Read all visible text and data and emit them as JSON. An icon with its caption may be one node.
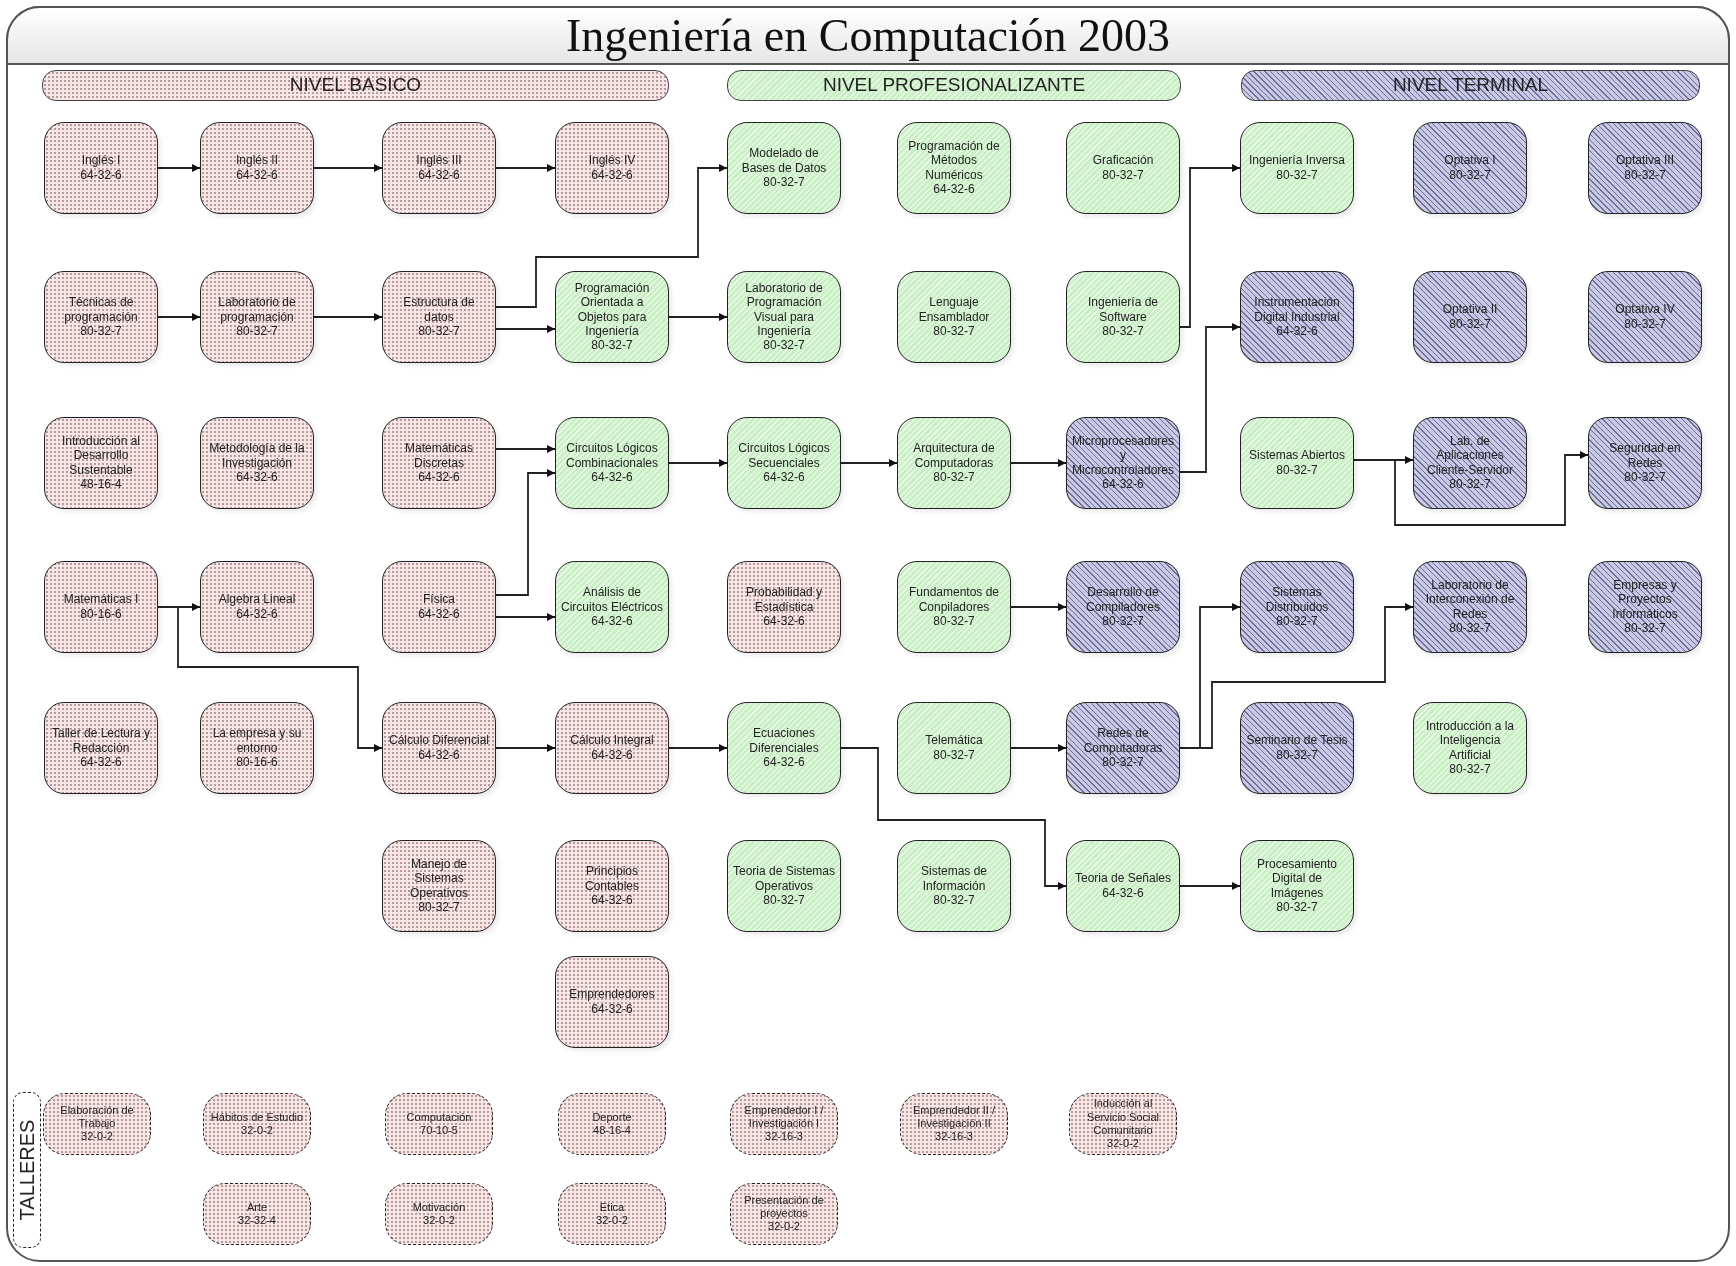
{
  "diagram": {
    "title": "Ingeniería en Computación 2003",
    "nodes": [
      {
        "text": [
          "NIVEL BASICO"
        ]
      },
      {
        "text": [
          "NIVEL PROFESIONALIZANTE"
        ]
      },
      {
        "text": [
          "NIVEL TERMINAL"
        ]
      },
      {
        "text": [
          "Inglés I",
          "64-32-6"
        ]
      },
      {
        "text": [
          "Inglés II",
          "64-32-6"
        ]
      },
      {
        "text": [
          "Inglés III",
          "64-32-6"
        ]
      },
      {
        "text": [
          "Inglés IV",
          "64-32-6"
        ]
      },
      {
        "text": [
          "Modelado de Bases de Datos",
          "80-32-7"
        ]
      },
      {
        "text": [
          "Programación de Métodos Numéricos",
          "64-32-6"
        ]
      },
      {
        "text": [
          "Graficación",
          "80-32-7"
        ]
      },
      {
        "text": [
          "Ingeniería Inversa",
          "80-32-7"
        ]
      },
      {
        "text": [
          "Optativa I",
          "80-32-7"
        ]
      },
      {
        "text": [
          "Optativa III",
          "80-32-7"
        ]
      },
      {
        "text": [
          "Técnicas de programación",
          "80-32-7"
        ]
      },
      {
        "text": [
          "Laboratorio de programación",
          "80-32-7"
        ]
      },
      {
        "text": [
          "Estructura de datos",
          "80-32-7"
        ]
      },
      {
        "text": [
          "Programación Orientada a Objetos para Ingeniería",
          "80-32-7"
        ]
      },
      {
        "text": [
          "Laboratorio de Programación Visual para Ingeniería",
          "80-32-7"
        ]
      },
      {
        "text": [
          "Lenguaje Ensamblador",
          "80-32-7"
        ]
      },
      {
        "text": [
          "Ingeniería de Software",
          "80-32-7"
        ]
      },
      {
        "text": [
          "Instrumentación Digital Industrial",
          "64-32-6"
        ]
      },
      {
        "text": [
          "Optativa II",
          "80-32-7"
        ]
      },
      {
        "text": [
          "Optativa IV",
          "80-32-7"
        ]
      },
      {
        "text": [
          "Introducción al Desarrollo Sustentable",
          "48-16-4"
        ]
      },
      {
        "text": [
          "Metodología de la Investigación",
          "64-32-6"
        ]
      },
      {
        "text": [
          "Matemáticas Discretas",
          "64-32-6"
        ]
      },
      {
        "text": [
          "Circuitos Lógicos Combinacionales",
          "64-32-6"
        ]
      },
      {
        "text": [
          "Circuitos Lógicos Secuenciales",
          "64-32-6"
        ]
      },
      {
        "text": [
          "Arquitectura de Computadoras",
          "80-32-7"
        ]
      },
      {
        "text": [
          "Microprocesadores y Microcontroladores",
          "64-32-6"
        ]
      },
      {
        "text": [
          "Sistemas Abiertos",
          "80-32-7"
        ]
      },
      {
        "text": [
          "Lab. de Aplicaciones Cliente-Servidor",
          "80-32-7"
        ]
      },
      {
        "text": [
          "Seguridad en Redes",
          "80-32-7"
        ]
      },
      {
        "text": [
          "Matemáticas I",
          "80-16-6"
        ]
      },
      {
        "text": [
          "Algebra Lineal",
          "64-32-6"
        ]
      },
      {
        "text": [
          "Física",
          "64-32-6"
        ]
      },
      {
        "text": [
          "Análisis de Circuitos Eléctricos",
          "64-32-6"
        ]
      },
      {
        "text": [
          "Probabilidad y Estadística",
          "64-32-6"
        ]
      },
      {
        "text": [
          "Fundamentos de Conpiladores",
          "80-32-7"
        ]
      },
      {
        "text": [
          "Desarrollo de Compiladores",
          "80-32-7"
        ]
      },
      {
        "text": [
          "Sistemas Distribuidos",
          "80-32-7"
        ]
      },
      {
        "text": [
          "Laboratorio de Interconexión de Redes",
          "80-32-7"
        ]
      },
      {
        "text": [
          "Empresas y Proyectos Informáticos",
          "80-32-7"
        ]
      },
      {
        "text": [
          "Taller de Lectura y Redacción",
          "64-32-6"
        ]
      },
      {
        "text": [
          "La empresa y su entorno",
          "80-16-6"
        ]
      },
      {
        "text": [
          "Cálculo Diferencial",
          "64-32-6"
        ]
      },
      {
        "text": [
          "Cálculo Integral",
          "64-32-6"
        ]
      },
      {
        "text": [
          "Ecuaciones Diferenciales",
          "64-32-6"
        ]
      },
      {
        "text": [
          "Telemática",
          "80-32-7"
        ]
      },
      {
        "text": [
          "Redes de Computadoras",
          "80-32-7"
        ]
      },
      {
        "text": [
          "Seminario de Tesis",
          "80-32-7"
        ]
      },
      {
        "text": [
          "Introducción a la Inteligencia Artificial",
          "80-32-7"
        ]
      },
      {
        "text": [
          "Manejo de Sistemas Operativos",
          "80-32-7"
        ]
      },
      {
        "text": [
          "Principios Contables",
          "64-32-6"
        ]
      },
      {
        "text": [
          "Teoria de Sistemas Operativos",
          "80-32-7"
        ]
      },
      {
        "text": [
          "Sistemas de Información",
          "80-32-7"
        ]
      },
      {
        "text": [
          "Teoria de Señales",
          "64-32-6"
        ]
      },
      {
        "text": [
          "Procesamiento Digital de Imágenes",
          "80-32-7"
        ]
      },
      {
        "text": [
          "Emprendedores",
          "64-32-6"
        ]
      },
      {
        "text": [
          "TALLERES"
        ]
      },
      {
        "text": [
          "Elaboración de Trabajo",
          "32-0-2"
        ]
      },
      {
        "text": [
          "Hábitos de Estudio",
          "32-0-2"
        ]
      },
      {
        "text": [
          "Computación",
          "70-10-5"
        ]
      },
      {
        "text": [
          "Deporte",
          "48-16-4"
        ]
      },
      {
        "text": [
          "Emprendedor I / Investigación I",
          "32-16-3"
        ]
      },
      {
        "text": [
          "Emprendedor II / Investigación II",
          "32-16-3"
        ]
      },
      {
        "text": [
          "Inducción al Servicio Social Comunitario",
          "32-0-2"
        ]
      },
      {
        "text": [
          "Arte",
          "32-32-4"
        ]
      },
      {
        "text": [
          "Motivación",
          "32-0-2"
        ]
      },
      {
        "text": [
          "Etica",
          "32-0-2"
        ]
      },
      {
        "text": [
          "Presentación de proyectos",
          "32-0-2"
        ]
      }
    ],
    "edges": [
      {
        "from": 3,
        "to": 4,
        "arrow": "to"
      },
      {
        "from": 4,
        "to": 5,
        "arrow": "to"
      },
      {
        "from": 5,
        "to": 6,
        "arrow": "to"
      },
      {
        "from": 13,
        "to": 14,
        "arrow": "to"
      },
      {
        "from": 14,
        "to": 15,
        "arrow": "to"
      },
      {
        "from": 15,
        "to": 7,
        "arrow": "to"
      },
      {
        "from": 15,
        "to": 16,
        "arrow": "to"
      },
      {
        "from": 16,
        "to": 17,
        "arrow": "to"
      },
      {
        "from": 19,
        "to": 10,
        "arrow": "to"
      },
      {
        "from": 25,
        "to": 26,
        "arrow": "to"
      },
      {
        "from": 35,
        "to": 26,
        "arrow": "to"
      },
      {
        "from": 26,
        "to": 27,
        "arrow": "to"
      },
      {
        "from": 27,
        "to": 28,
        "arrow": "to"
      },
      {
        "from": 28,
        "to": 29,
        "arrow": "to"
      },
      {
        "from": 29,
        "to": 20,
        "arrow": "to"
      },
      {
        "from": 30,
        "to": 31,
        "arrow": "to"
      },
      {
        "from": 30,
        "to": 32,
        "arrow": "to"
      },
      {
        "from": 33,
        "to": 34,
        "arrow": "to"
      },
      {
        "from": 33,
        "to": 45,
        "arrow": "to"
      },
      {
        "from": 35,
        "to": 36,
        "arrow": "to"
      },
      {
        "from": 45,
        "to": 46,
        "arrow": "to"
      },
      {
        "from": 46,
        "to": 47,
        "arrow": "to"
      },
      {
        "from": 47,
        "to": 56,
        "arrow": "to"
      },
      {
        "from": 48,
        "to": 49,
        "arrow": "to"
      },
      {
        "from": 49,
        "to": 40,
        "arrow": "to"
      },
      {
        "from": 49,
        "to": 41,
        "arrow": "to"
      },
      {
        "from": 38,
        "to": 39,
        "arrow": "to"
      },
      {
        "from": 56,
        "to": 57,
        "arrow": "to"
      }
    ]
  }
}
